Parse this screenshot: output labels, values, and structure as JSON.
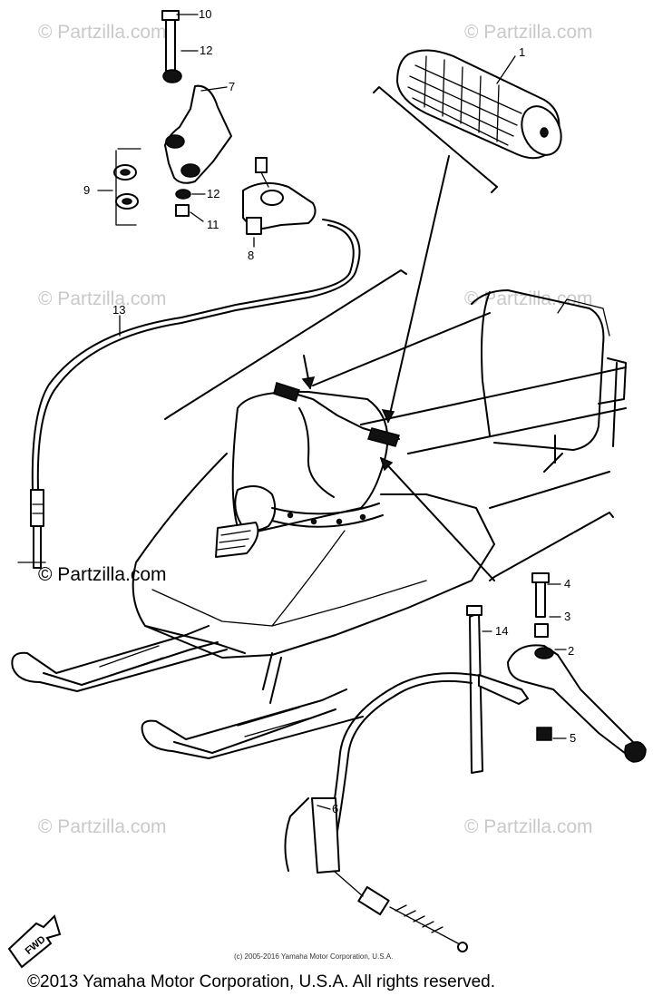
{
  "watermark": {
    "text": "© Partzilla.com",
    "main_text": "© Partzilla.com"
  },
  "callouts": [
    "1",
    "2",
    "3",
    "4",
    "5",
    "6",
    "7",
    "8",
    "9",
    "10",
    "11",
    "12",
    "12",
    "13",
    "14"
  ],
  "fwd_label": "FWD",
  "small_copyright": "(c) 2005-2016 Yamaha Motor Corporation, U.S.A.",
  "copyright": "©2013 Yamaha Motor Corporation, U.S.A. All rights reserved.",
  "colors": {
    "ink": "#000000",
    "watermark": "#c9c9c9",
    "background": "#ffffff"
  }
}
